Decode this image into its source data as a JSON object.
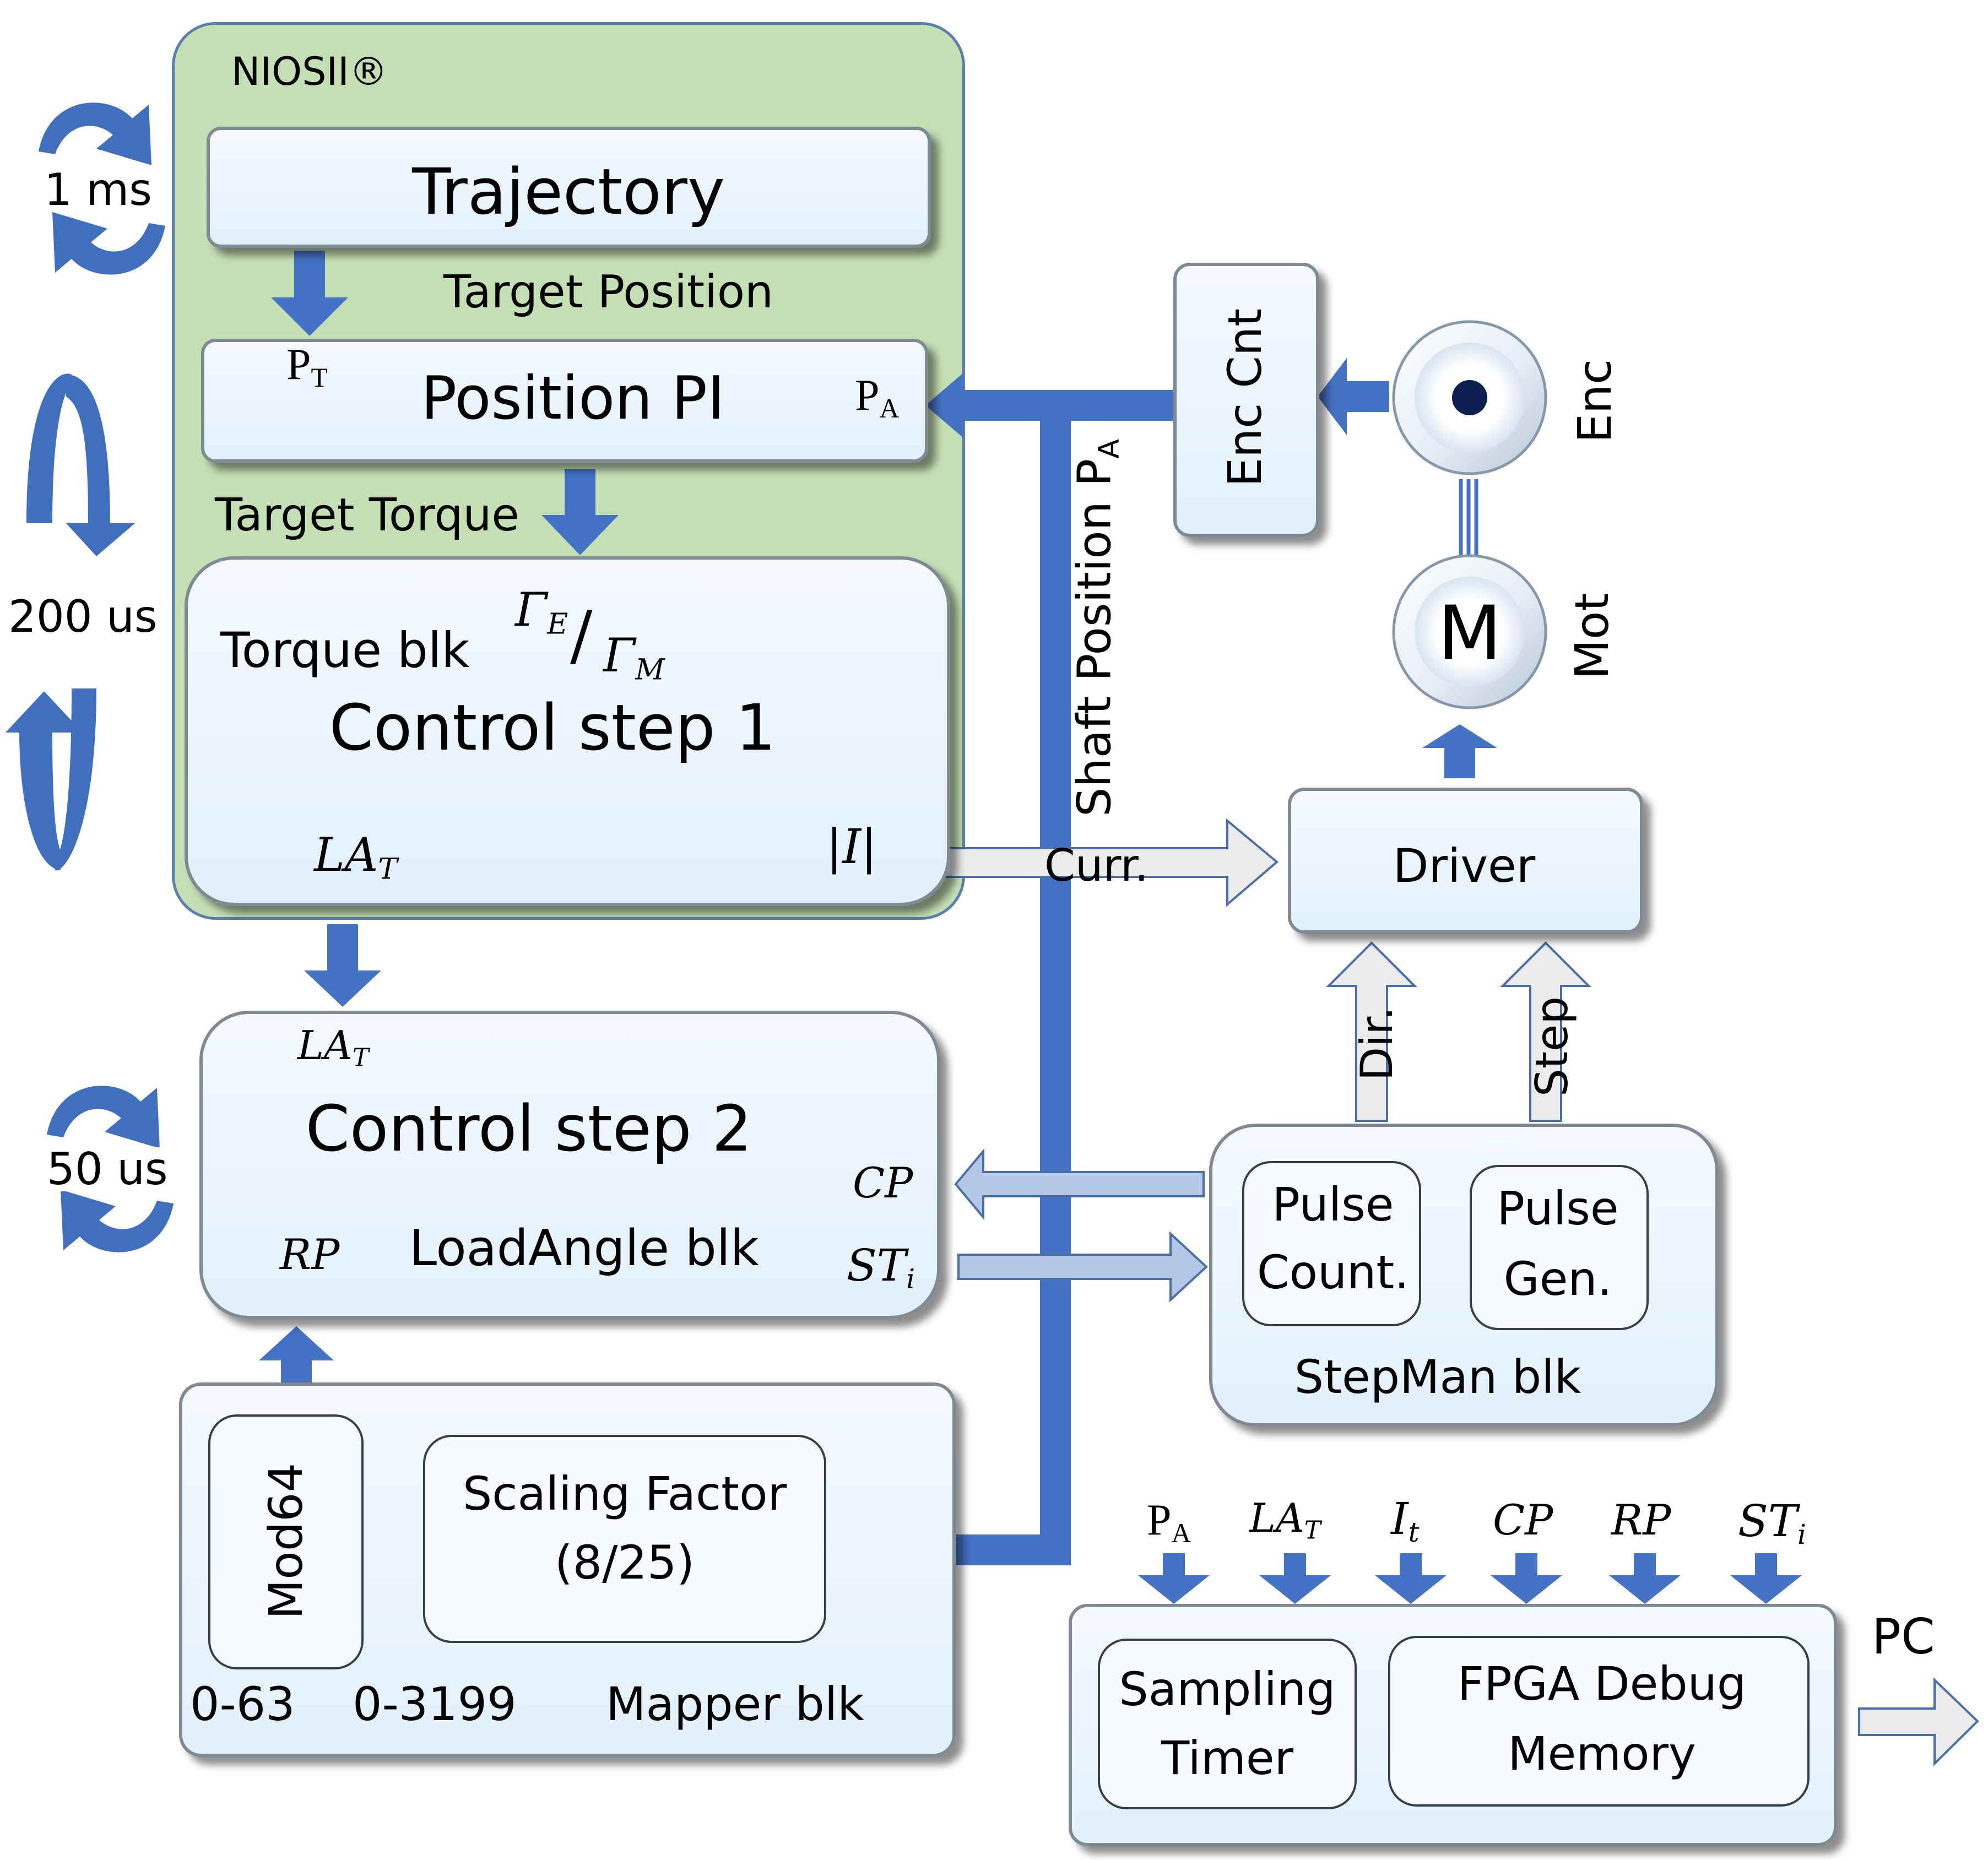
{
  "nios": {
    "label": "NIOSII®"
  },
  "trajectory": {
    "label": "Trajectory"
  },
  "target_position": "Target Position",
  "position_pi": {
    "label": "Position PI",
    "pt": "P",
    "pt_sub": "T",
    "pa": "P",
    "pa_sub": "A"
  },
  "target_torque": "Target Torque",
  "torque_block": {
    "name": "Torque blk",
    "ratio_top": "Γ",
    "ratio_top_sub": "E",
    "ratio_slash": "/",
    "ratio_bottom": "Γ",
    "ratio_bottom_sub": "M",
    "title": "Control step 1",
    "la_t": "LA",
    "la_t_sub": "T",
    "current": "|I|"
  },
  "loadangle_block": {
    "la_t": "LA",
    "la_t_sub": "T",
    "title": "Control step 2",
    "rp": "RP",
    "name": "LoadAngle blk",
    "cp": "CP",
    "st": "ST",
    "st_sub": "i"
  },
  "mapper_block": {
    "mod": "Mod64",
    "scaling_line1": "Scaling Factor",
    "scaling_line2": "(8/25)",
    "range_low": "0-63",
    "range_high": "0-3199",
    "name": "Mapper blk"
  },
  "timing": {
    "t1": "1 ms",
    "t2": "200 us",
    "t3": "50 us"
  },
  "shaft_position": {
    "text": "Shaft Position P",
    "sub": "A"
  },
  "enc_cnt": "Enc Cnt",
  "encoder": {
    "label": "Enc"
  },
  "motor": {
    "symbol": "M",
    "label": "Mot"
  },
  "driver": "Driver",
  "curr": "Curr.",
  "dir": "Dir.",
  "step": "Step",
  "stepman": {
    "pulse_count_line1": "Pulse",
    "pulse_count_line2": "Count.",
    "pulse_gen_line1": "Pulse",
    "pulse_gen_line2": "Gen.",
    "name": "StepMan blk"
  },
  "debug": {
    "inputs": [
      {
        "base": "P",
        "sub": "A",
        "style": "serif"
      },
      {
        "base": "LA",
        "sub": "T",
        "style": "italic"
      },
      {
        "base": "I",
        "sub": "t",
        "style": "italic"
      },
      {
        "base": "CP",
        "sub": "",
        "style": "italic"
      },
      {
        "base": "RP",
        "sub": "",
        "style": "italic"
      },
      {
        "base": "ST",
        "sub": "i",
        "style": "italic"
      }
    ],
    "sampling_line1": "Sampling",
    "sampling_line2": "Timer",
    "memory_line1": "FPGA Debug",
    "memory_line2": "Memory",
    "pc": "PC"
  },
  "colors": {
    "arrow_blue": "#4472c4",
    "nios_green": "#c5dfb5",
    "block_fill": "#e6f2fc",
    "hollow_arrow_fill": "#ebebeb"
  }
}
